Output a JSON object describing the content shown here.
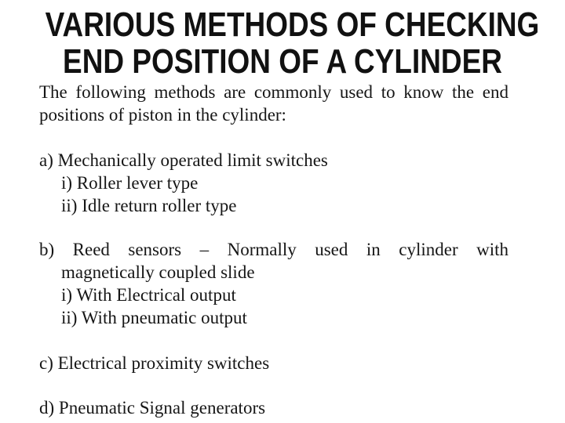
{
  "colors": {
    "background": "#ffffff",
    "title_text": "#111111",
    "body_text": "#161616"
  },
  "title": {
    "lines": [
      "VARIOUS METHODS OF CHECKING",
      "END POSITION OF A CYLINDER"
    ]
  },
  "body": {
    "intro": {
      "lines": [
        "The following methods are commonly used to know the end",
        "positions of piston in the cylinder:"
      ]
    },
    "sections": [
      {
        "heading": "a) Mechanically operated limit switches",
        "items": [
          "i) Roller lever type",
          "ii) Idle return roller type"
        ]
      },
      {
        "heading": "b) Reed sensors – Normally used in cylinder with",
        "heading_continuation": "magnetically coupled slide",
        "items": [
          "i) With Electrical output",
          "ii) With pneumatic output"
        ]
      },
      {
        "heading": "c) Electrical proximity switches",
        "items": []
      },
      {
        "heading": "d) Pneumatic Signal generators",
        "items": []
      }
    ]
  }
}
